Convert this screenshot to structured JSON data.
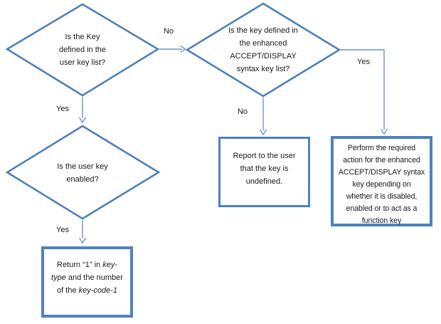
{
  "diagram": {
    "title": "Key handling decision flowchart",
    "colors": {
      "accent": "#4f81bd",
      "connector": "#6b93cb",
      "text": "#1a1a1a"
    },
    "nodes": {
      "d1": {
        "lines": [
          "Is the Key",
          "defined in the",
          "user key list?"
        ]
      },
      "d2": {
        "lines": [
          "Is the key defined in",
          "the enhanced",
          "ACCEPT/DISPLAY",
          "syntax key list?"
        ]
      },
      "d3": {
        "lines": [
          "Is the user key",
          "enabled?"
        ]
      },
      "report_box": {
        "lines": [
          "Report to the user",
          "that the key is",
          "undefined."
        ]
      },
      "perform_box": {
        "lines": [
          "Perform the required",
          "action for the enhanced",
          "ACCEPT/DISPLAY syntax",
          "key depending on",
          "whether it is disabled,",
          "enabled or to act as a",
          "function key"
        ]
      },
      "return_box": {
        "l1a": "Return “1” in ",
        "l1b": "key-",
        "l2a": "type",
        "l2b": " and the number",
        "l3a": "of the ",
        "l3b": "key-code-1"
      }
    },
    "labels": {
      "no_top": "No",
      "yes_left": "Yes",
      "no_mid": "No",
      "yes_right": "Yes",
      "yes_bottom": "Yes"
    }
  }
}
